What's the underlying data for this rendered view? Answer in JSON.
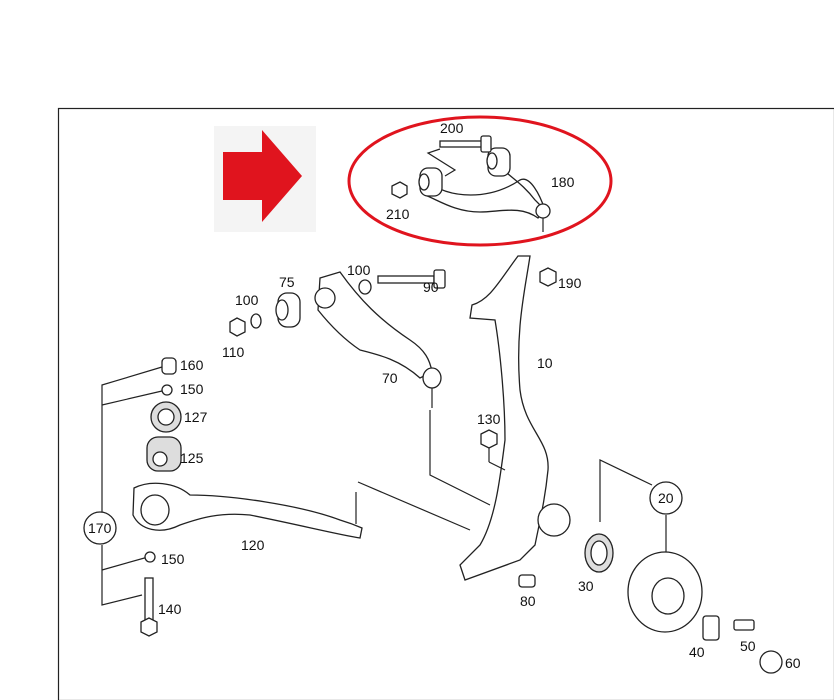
{
  "diagram": {
    "highlight_color": "#e0141e",
    "arrow_icon": "right-arrow-icon",
    "labels": {
      "p200": "200",
      "p180": "180",
      "p210": "210",
      "p100a": "100",
      "p75": "75",
      "p90": "90",
      "p190": "190",
      "p100b": "100",
      "p110": "110",
      "p10": "10",
      "p70": "70",
      "p160": "160",
      "p150a": "150",
      "p127": "127",
      "p125": "125",
      "p130": "130",
      "p20": "20",
      "p170": "170",
      "p120": "120",
      "p150b": "150",
      "p30": "30",
      "p80": "80",
      "p140": "140",
      "p40": "40",
      "p50": "50",
      "p60": "60"
    }
  }
}
